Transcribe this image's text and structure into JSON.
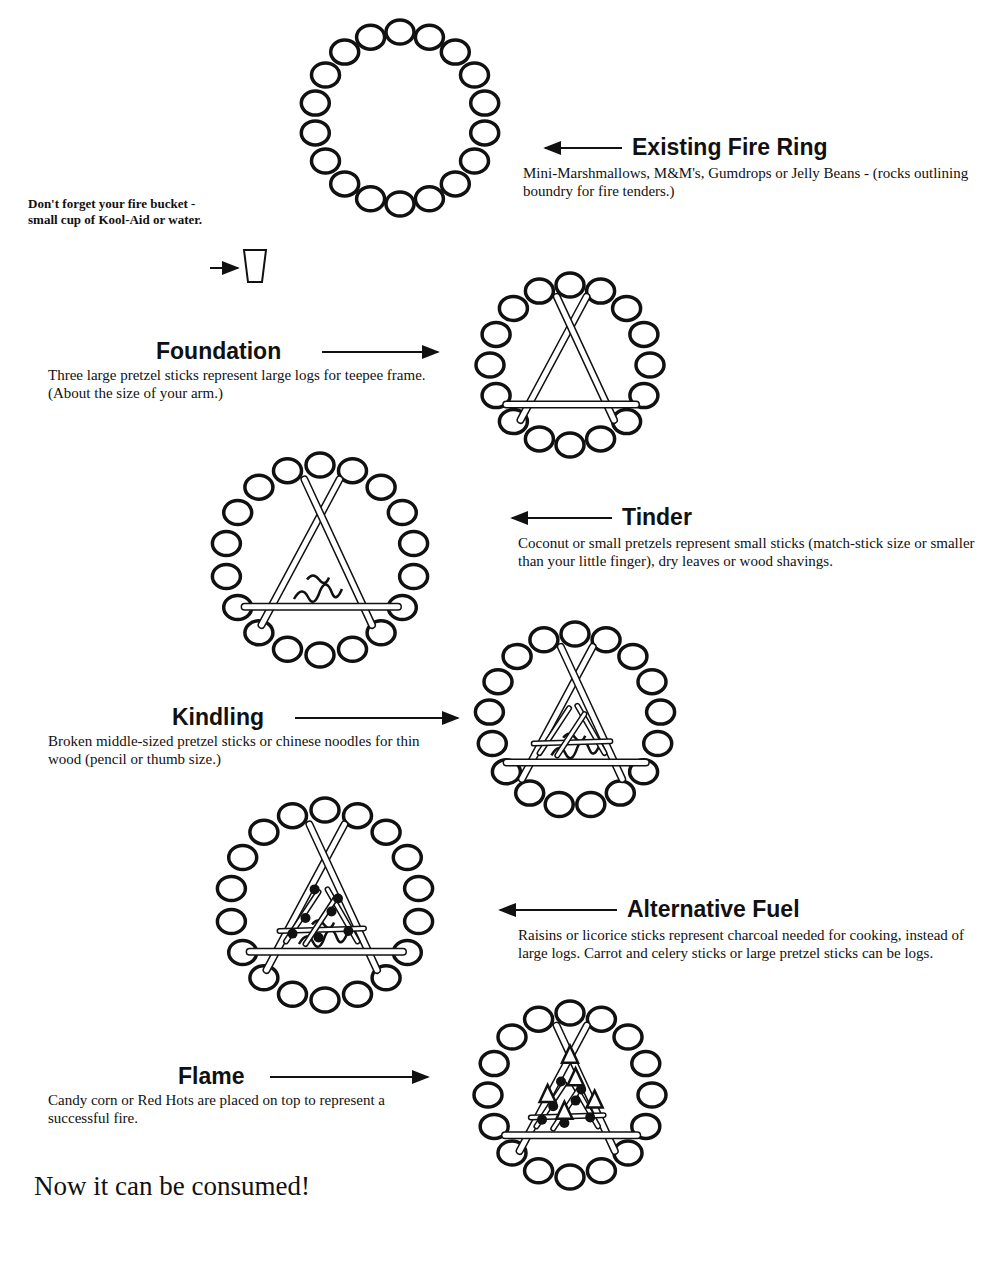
{
  "diagram": {
    "labels": [
      "Existing Fire Ring",
      "Mini-Marshmallows, M&M's, Gumdrops or Jelly Beans - (rocks outlining boundry for fire tenders.)",
      "Don't forget your fire bucket - small cup of Kool-Aid or water.",
      "Foundation",
      "Three large pretzel sticks represent large logs for teepee frame. (About the size of your arm.)",
      "Tinder",
      "Coconut or small pretzels represent small sticks (match-stick size or smaller than your little finger), dry leaves or wood shavings.",
      "Kindling",
      "Broken middle-sized pretzel sticks or chinese noodles for thin wood (pencil or thumb size.)",
      "Alternative Fuel",
      "Raisins or licorice sticks represent charcoal needed for cooking, instead of large logs. Carrot and celery sticks or large pretzel sticks can be logs.",
      "Flame",
      "Candy corn or Red Hots are placed on top to represent a successful fire.",
      "Now it can be consumed!"
    ]
  }
}
